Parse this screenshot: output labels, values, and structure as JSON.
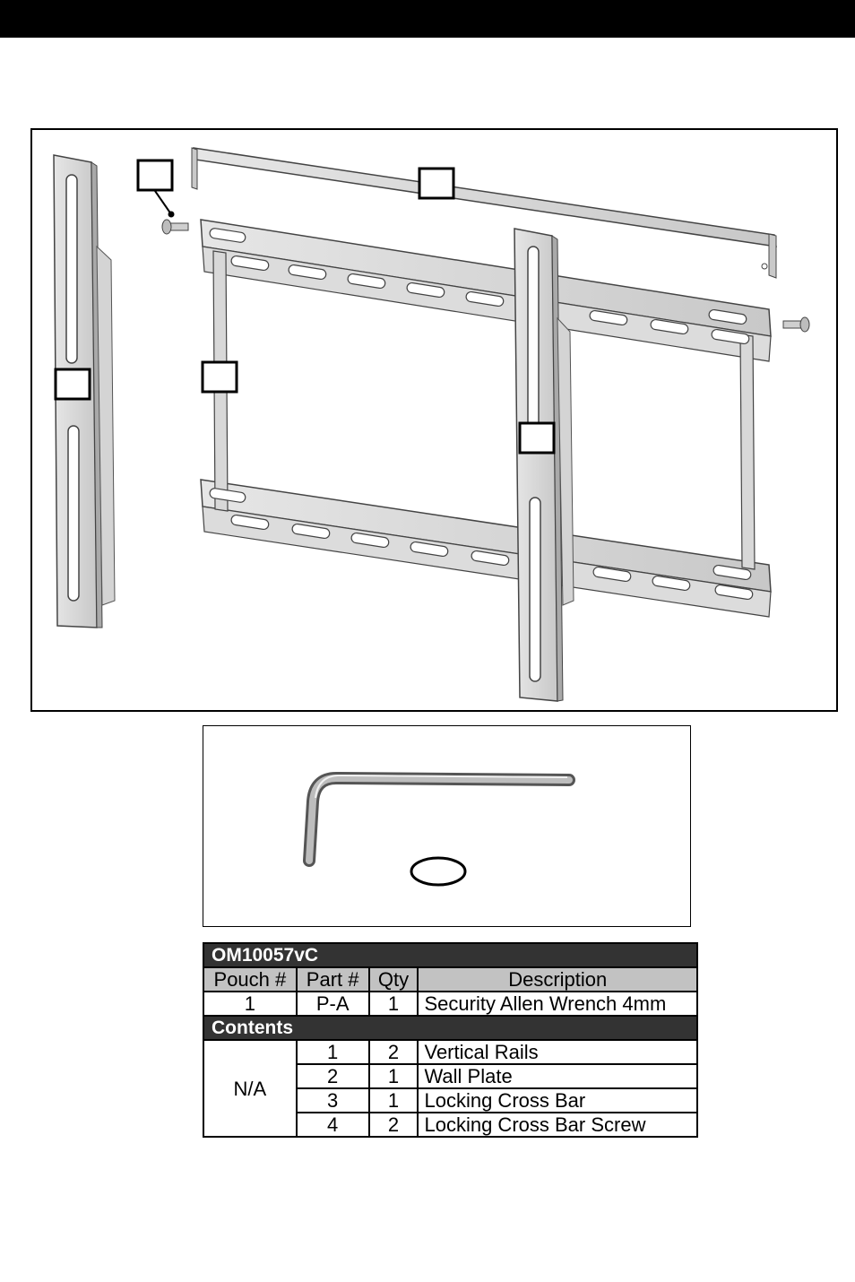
{
  "table": {
    "model": "OM10057vC",
    "headers": [
      "Pouch #",
      "Part #",
      "Qty",
      "Description"
    ],
    "pouch_row": {
      "pouch": "1",
      "part": "P-A",
      "qty": "1",
      "description": "Security Allen Wrench 4mm"
    },
    "contents_label": "Contents",
    "contents_pouch": "N/A",
    "contents": [
      {
        "part": "1",
        "qty": "2",
        "description": "Vertical Rails"
      },
      {
        "part": "2",
        "qty": "1",
        "description": "Wall Plate"
      },
      {
        "part": "3",
        "qty": "1",
        "description": "Locking Cross Bar"
      },
      {
        "part": "4",
        "qty": "2",
        "description": "Locking Cross Bar Screw"
      }
    ]
  }
}
